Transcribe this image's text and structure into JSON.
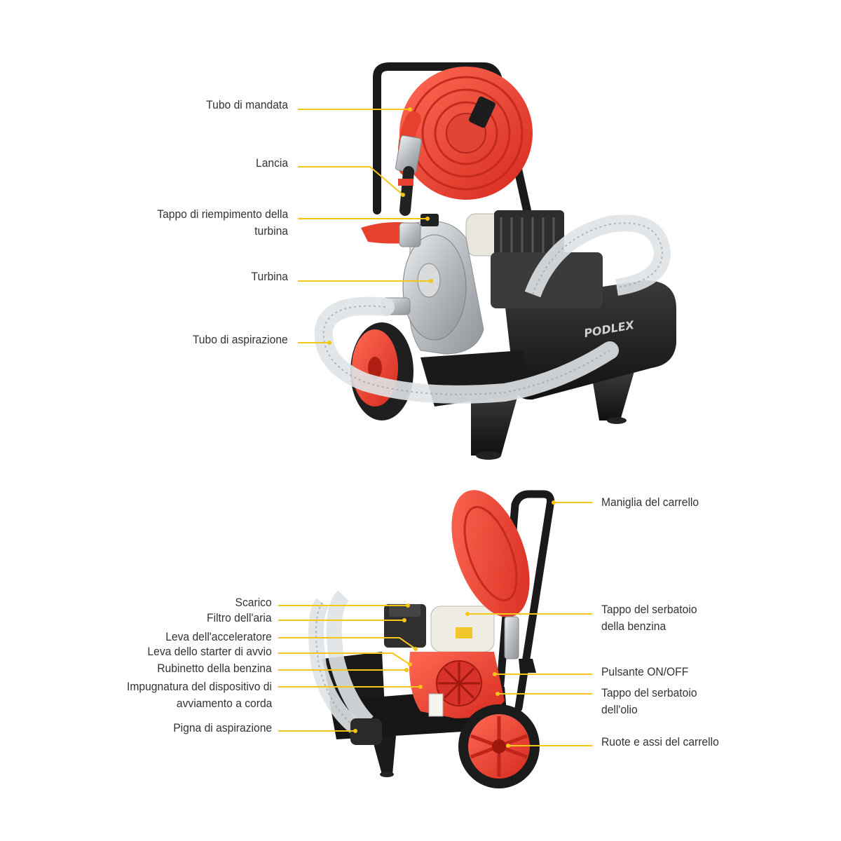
{
  "colors": {
    "leader": "#f5c518",
    "text": "#333333",
    "frame": "#1a1a1a",
    "hose_red": "#ea3b2e",
    "pump_silver": "#c9cccf"
  },
  "top_diagram": {
    "labels": {
      "tubo_di_mandata": "Tubo di mandata",
      "lancia": "Lancia",
      "tappo_riempimento_1": "Tappo di riempimento della",
      "tappo_riempimento_2": "turbina",
      "turbina": "Turbina",
      "tubo_aspirazione": "Tubo di aspirazione"
    },
    "brand": "PODLEX"
  },
  "bottom_diagram": {
    "labels": {
      "scarico": "Scarico",
      "filtro_aria": "Filtro dell'aria",
      "leva_acceleratore": "Leva dell'acceleratore",
      "leva_starter": "Leva dello starter di avvio",
      "rubinetto_benzina": "Rubinetto della benzina",
      "impugnatura_1": "Impugnatura del dispositivo di",
      "impugnatura_2": "avviamento a corda",
      "pigna_aspirazione": "Pigna di aspirazione",
      "maniglia_carrello": "Maniglia del carrello",
      "tappo_benzina_1": "Tappo del serbatoio",
      "tappo_benzina_2": "della benzina",
      "pulsante_on_off": "Pulsante ON/OFF",
      "tappo_olio_1": "Tappo del serbatoio",
      "tappo_olio_2": "dell'olio",
      "ruote_assi": "Ruote e assi del carrello"
    }
  }
}
